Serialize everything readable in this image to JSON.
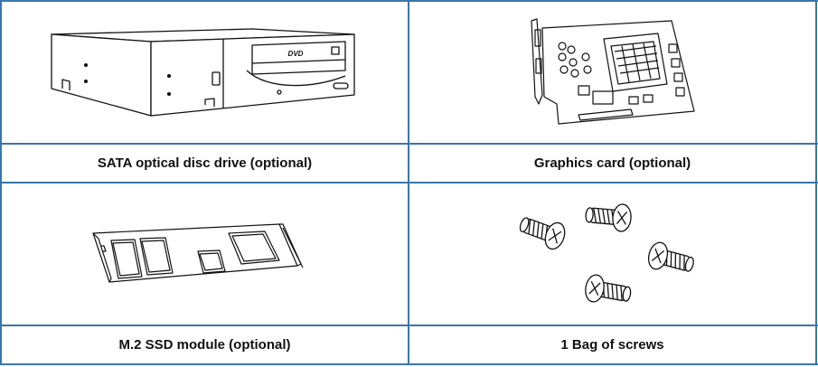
{
  "items": [
    {
      "label": "SATA optical disc drive (optional)",
      "icon": "optical-drive-icon"
    },
    {
      "label": "Graphics card (optional)",
      "icon": "graphics-card-icon"
    },
    {
      "label": "M.2 SSD module (optional)",
      "icon": "ssd-module-icon"
    },
    {
      "label": "1 Bag of screws",
      "icon": "screws-icon"
    }
  ],
  "drive_logo": "DVD",
  "colors": {
    "border": "#3a76a8",
    "ink": "#111111"
  }
}
